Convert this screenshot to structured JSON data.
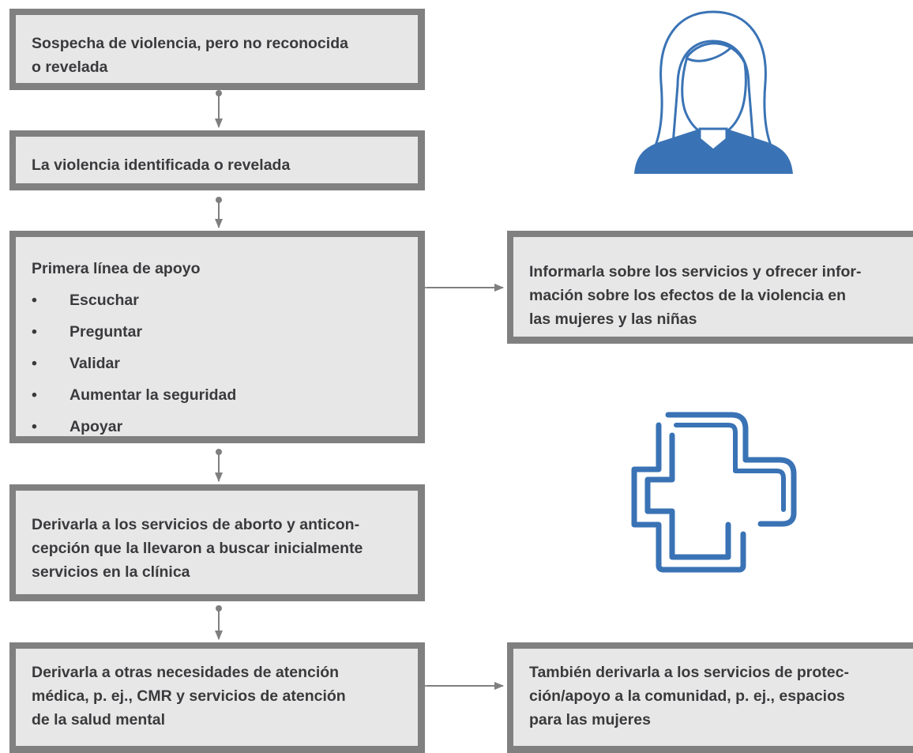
{
  "boxes": {
    "suspicion": [
      "Sospecha de violencia, pero no reconocida",
      "o revelada"
    ],
    "identified": [
      "La violencia identificada o revelada"
    ],
    "first_line": {
      "title": "Primera línea de apoyo",
      "bullet": "•",
      "items": [
        "Escuchar",
        "Preguntar",
        "Validar",
        "Aumentar la seguridad",
        "Apoyar"
      ]
    },
    "refer_abortion": [
      "Derivarla a los servicios de aborto y anticon-",
      "cepción que la llevaron a buscar inicialmente",
      "servicios en la clínica"
    ],
    "refer_other": [
      "Derivarla a otras necesidades de atención",
      "médica, p. ej., CMR y servicios de atención",
      "de la salud mental"
    ],
    "inform": [
      "Informarla sobre los servicios y ofrecer infor-",
      "mación sobre los efectos de la violencia en",
      "las mujeres y las niñas"
    ],
    "community": [
      "También derivarla a los servicios de protec-",
      "ción/apoyo a la comunidad, p. ej., espacios",
      "para las mujeres"
    ]
  },
  "icons": [
    "woman-icon",
    "medical-cross-icon"
  ],
  "colors": {
    "box_fill": "#e7e7e8",
    "box_border": "#808080",
    "text": "#3a3a3c",
    "connector": "#7f7f7f",
    "icon_blue": "#3a73b5"
  }
}
